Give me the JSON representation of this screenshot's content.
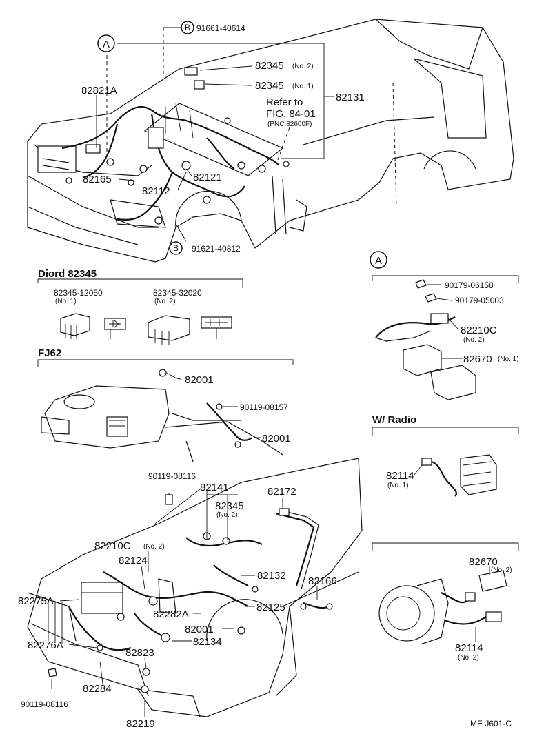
{
  "top": {
    "callout_a": "A",
    "callout_b": "B",
    "refer_to": "Refer to",
    "fig_ref": "FIG. 84-01",
    "pnc_ref": "(PNC 82600F)",
    "parts": {
      "p_91661_40614": "91661-40614",
      "p_82345_no2": "82345",
      "p_82345_no2_sub": "(No. 2)",
      "p_82345_no1": "82345",
      "p_82345_no1_sub": "(No. 1)",
      "p_82131": "82131",
      "p_82821a": "82821A",
      "p_82165": "82165",
      "p_82112": "82112",
      "p_82121": "82121",
      "p_91621_40812": "91621-40812"
    }
  },
  "diode": {
    "title": "Diord 82345",
    "no1_part": "82345-12050",
    "no1_sub": "(No. 1)",
    "no2_part": "82345-32020",
    "no2_sub": "(No. 2)"
  },
  "inset_a": {
    "title": "A",
    "p_90179_06158": "90179-06158",
    "p_90179_05003": "90179-05003",
    "p_82210c": "82210C",
    "p_82210c_sub": "(No. 2)",
    "p_82670": "82670",
    "p_82670_sub": "(No. 1)"
  },
  "fj62": {
    "title": "FJ62",
    "p_82001_a": "82001",
    "p_90119_08157": "90119-08157",
    "p_82001_b": "82001"
  },
  "radio": {
    "title": "W/ Radio",
    "p_82114": "82114",
    "p_82114_sub": "(No. 1)"
  },
  "bottom_right": {
    "p_82670": "82670",
    "p_82670_sub": "(No. 2)",
    "p_82114": "82114",
    "p_82114_sub": "(No. 2)"
  },
  "bottom": {
    "p_90119_08116_top": "90119-08116",
    "p_82141": "82141",
    "p_82345": "82345",
    "p_82345_sub": "(No. 2)",
    "p_82172": "82172",
    "p_82210c": "82210C",
    "p_82210c_sub": "(No. 2)",
    "p_82124": "82124",
    "p_82132": "82132",
    "p_82166": "82166",
    "p_82275a": "82275A",
    "p_82125": "82125",
    "p_82282a": "82282A",
    "p_82001": "82001",
    "p_82134": "82134",
    "p_82276a": "82276A",
    "p_82823": "82823",
    "p_82284": "82284",
    "p_90119_08116_bot": "90119-08116",
    "p_82219": "82219"
  },
  "footer_code": "ME  J601-C"
}
